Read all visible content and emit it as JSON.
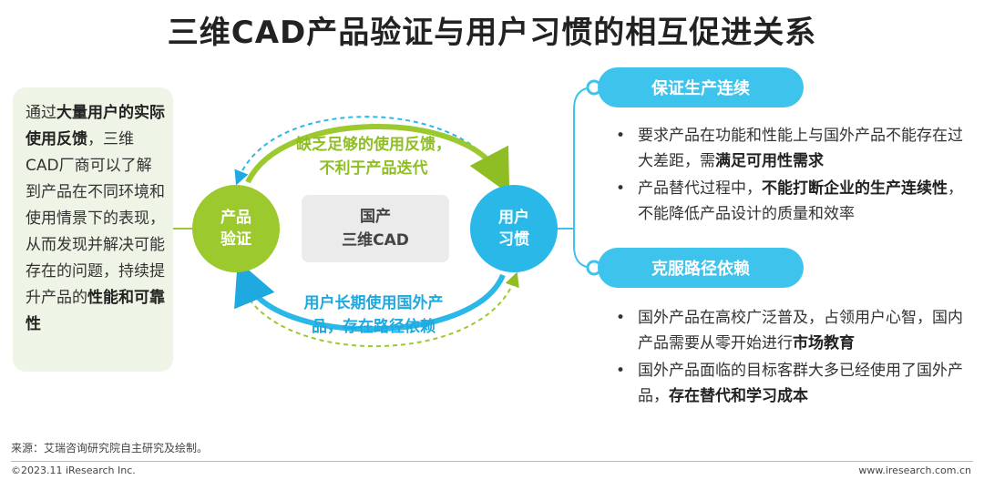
{
  "title": "三维CAD产品验证与用户习惯的相互促进关系",
  "left_box": {
    "p1": "通过",
    "b1": "大量用户的实际使用反馈",
    "p2": "，三维CAD厂商可以了解到产品在不同环境和使用情景下的表现，从而发现并解决可能存在的问题，持续提升产品的",
    "b2": "性能和可靠性"
  },
  "circle_left": {
    "line1": "产品",
    "line2": "验证"
  },
  "circle_right": {
    "line1": "用户",
    "line2": "习惯"
  },
  "center_box": {
    "line1": "国产",
    "line2": "三维CAD"
  },
  "arc_top": {
    "line1": "缺乏足够的使用反馈，",
    "line2": "不利于产品迭代"
  },
  "arc_bottom": {
    "line1": "用户长期使用国外产",
    "line2": "品，存在路径依赖"
  },
  "section1": {
    "heading": "保证生产连续",
    "b1_p1": "要求产品在功能和性能上与国外产品不能存在过大差距，需",
    "b1_b": "满足可用性需求",
    "b2_p1": "产品替代过程中，",
    "b2_b": "不能打断企业的生产连续性",
    "b2_p2": "，不能降低产品设计的质量和效率"
  },
  "section2": {
    "heading": "克服路径依赖",
    "b1_p1": "国外产品在高校广泛普及，占领用户心智，国内产品需要从零开始进行",
    "b1_b": "市场教育",
    "b2_p1": "国外产品面临的目标客群大多已经使用了国外产品，",
    "b2_b": "存在替代和学习成本"
  },
  "bullet_mark": "•",
  "source": "来源：艾瑞咨询研究院自主研究及绘制。",
  "footer_left": "©2023.11 iResearch Inc.",
  "footer_right": "www.iresearch.com.cn",
  "colors": {
    "green": "#9cc92e",
    "blue": "#29b8e8",
    "pill": "#3ec4ec",
    "left_box_bg": "#eef5e6"
  }
}
